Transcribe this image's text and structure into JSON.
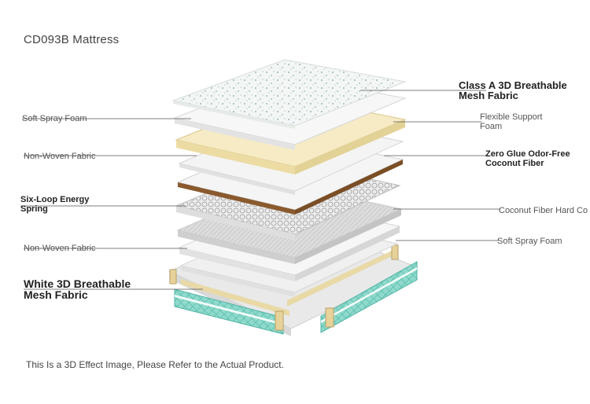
{
  "title": "CD093B Mattress",
  "disclaimer": "This Is a 3D Effect Image, Please Refer to the Actual Product.",
  "labels_left": [
    {
      "id": "soft-spray-foam-top",
      "text": "Soft Spray Foam"
    },
    {
      "id": "non-woven-fabric-top",
      "text": "Non-Woven Fabric"
    },
    {
      "id": "six-loop-spring",
      "line1": "Six-Loop Energy",
      "line2": "Spring"
    },
    {
      "id": "non-woven-fabric-bottom",
      "text": "Non-Woven Fabric"
    },
    {
      "id": "white-3d-mesh",
      "line1": "White 3D Breathable",
      "line2": "Mesh Fabric"
    }
  ],
  "labels_right": [
    {
      "id": "class-a-mesh",
      "line1": "Class A 3D Breathable",
      "line2": "Mesh Fabric"
    },
    {
      "id": "flexible-support-foam",
      "line1": "Flexible Support",
      "line2": "Foam"
    },
    {
      "id": "coconut-fiber",
      "line1": "Zero Glue Odor-Free",
      "line2": "Coconut Fiber"
    },
    {
      "id": "coconut-fiber-hard",
      "text": "Coconut Fiber Hard Co"
    },
    {
      "id": "soft-spray-foam-bottom",
      "text": "Soft Spray Foam"
    }
  ],
  "colors": {
    "foam_yellow": "#f4e9c0",
    "coconut_brown": "#8a5a2e",
    "mesh_teal": "#7fd3c5",
    "layer_white": "#f4f4f4",
    "leader_line": "#555555"
  }
}
